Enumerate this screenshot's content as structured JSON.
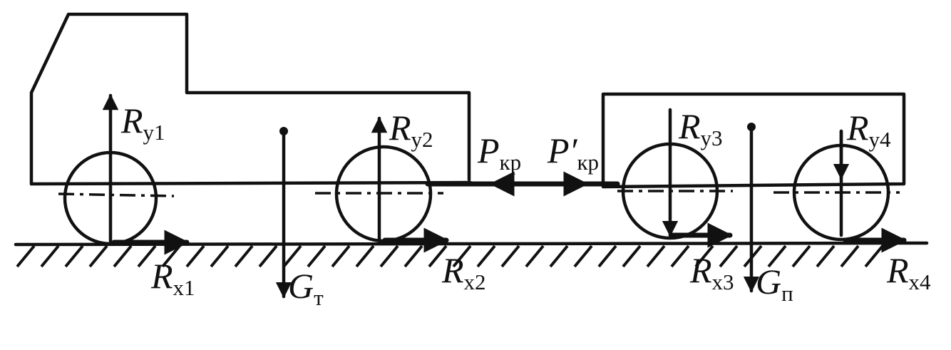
{
  "labels": {
    "ry1": {
      "main": "R",
      "sub": "y1"
    },
    "ry2": {
      "main": "R",
      "sub": "y2"
    },
    "ry3": {
      "main": "R",
      "sub": "y3"
    },
    "ry4": {
      "main": "R",
      "sub": "y4"
    },
    "rx1": {
      "main": "R",
      "sub": "x1"
    },
    "rx2": {
      "main": "R",
      "sub": "x2"
    },
    "rx3": {
      "main": "R",
      "sub": "x3"
    },
    "rx4": {
      "main": "R",
      "sub": "x4"
    },
    "gt": {
      "main": "G",
      "sub": "т"
    },
    "gp": {
      "main": "G",
      "sub": "п"
    },
    "pkr": {
      "main": "P",
      "sub": "кр"
    },
    "pkr_prime": {
      "main": "P′",
      "sub": "кр"
    }
  }
}
